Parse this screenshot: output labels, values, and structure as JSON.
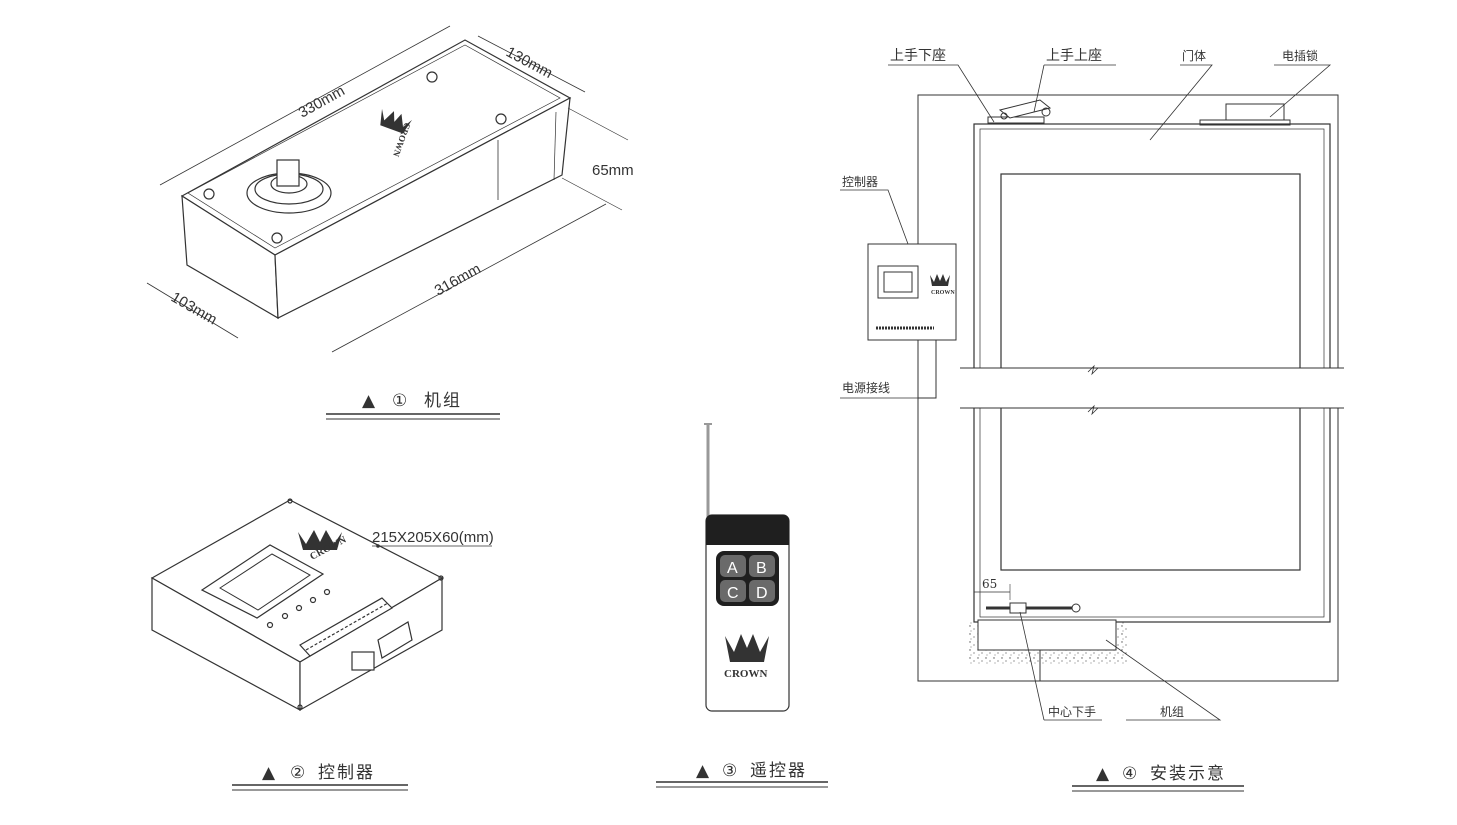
{
  "unit_panel": {
    "dim_length": "330mm",
    "dim_width": "130mm",
    "dim_height": "65mm",
    "dim_base_length": "316mm",
    "dim_base_width": "103mm",
    "caption_marker": "▲",
    "caption_number": "①",
    "caption_text": "机组",
    "brand": "CROWN"
  },
  "controller_panel": {
    "size_label": "215X205X60(mm)",
    "caption_marker": "▲",
    "caption_number": "②",
    "caption_text": "控制器",
    "brand": "CROWN"
  },
  "remote_panel": {
    "buttons": [
      "A",
      "B",
      "C",
      "D"
    ],
    "brand": "CROWN",
    "caption_marker": "▲",
    "caption_number": "③",
    "caption_text": "遥控器"
  },
  "install_panel": {
    "label_top_arm_lower_seat": "上手下座",
    "label_top_arm_upper_seat": "上手上座",
    "label_door_body": "门体",
    "label_electric_lock": "电插锁",
    "label_controller": "控制器",
    "label_power_wiring": "电源接线",
    "label_center_lower_arm": "中心下手",
    "label_unit": "机组",
    "dim_offset": "65",
    "caption_marker": "▲",
    "caption_number": "④",
    "caption_text": "安装示意",
    "brand": "CROWN"
  },
  "colors": {
    "line": "#333333",
    "remote_body": "#1f1f1f",
    "remote_button": "#6a6a6a",
    "antenna": "#999999"
  }
}
